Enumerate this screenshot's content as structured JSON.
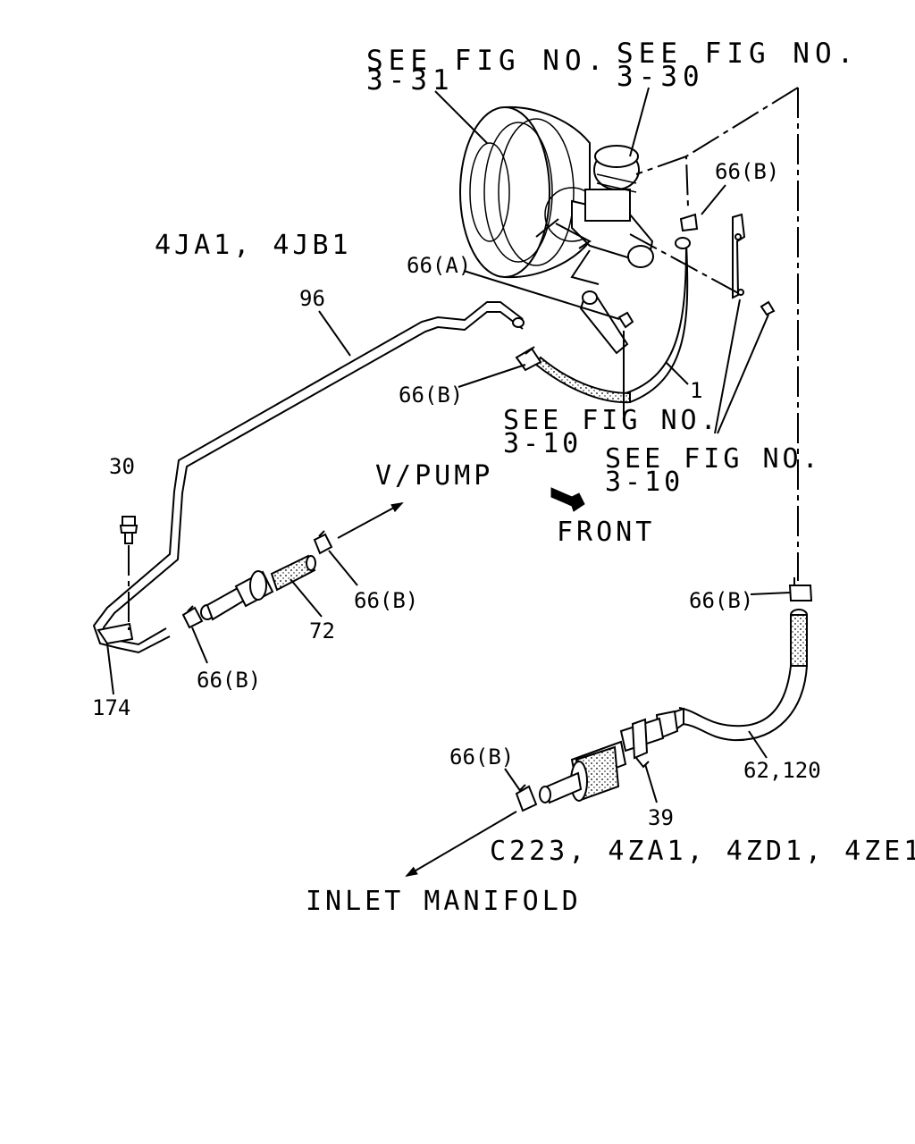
{
  "labels": {
    "see_fig_3_31_line1": "SEE FIG NO.",
    "see_fig_3_31_line2": "3-31",
    "see_fig_3_30_line1": "SEE FIG NO.",
    "see_fig_3_30_line2": "3-30",
    "engine_4ja1_4jb1": "4JA1, 4JB1",
    "see_fig_3_10a_line1": "SEE FIG NO.",
    "see_fig_3_10a_line2": "3-10",
    "see_fig_3_10b_line1": "SEE FIG NO.",
    "see_fig_3_10b_line2": "3-10",
    "v_pump": "V/PUMP",
    "front": "FRONT",
    "engines_c223": "C223, 4ZA1, 4ZD1, 4ZE1",
    "inlet_manifold": "INLET MANIFOLD"
  },
  "callouts": {
    "c66b_top": "66(B)",
    "c66a": "66(A)",
    "c96": "96",
    "c66b_mid": "66(B)",
    "c1": "1",
    "c30": "30",
    "c66b_pipe": "66(B)",
    "c72": "72",
    "c66b_lower_left": "66(B)",
    "c174": "174",
    "c66b_right": "66(B)",
    "c62_120": "62,120",
    "c66b_bottom": "66(B)",
    "c39": "39"
  }
}
